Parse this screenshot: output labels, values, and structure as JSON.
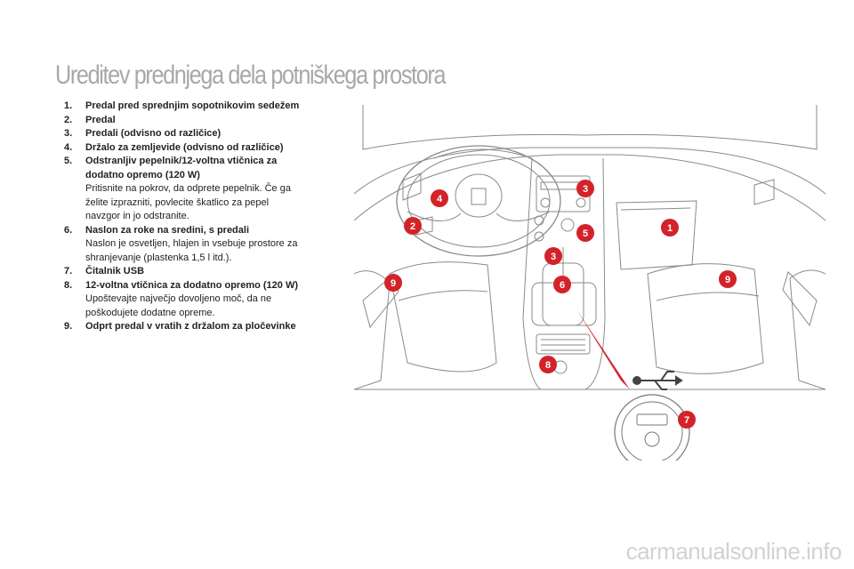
{
  "page": {
    "title": "Ureditev prednjega dela potniškega prostora",
    "watermark": "carmanualsonline.info"
  },
  "items": [
    {
      "num": "1.",
      "title": "Predal pred sprednjim sopotnikovim sedežem",
      "desc": ""
    },
    {
      "num": "2.",
      "title": "Predal",
      "desc": ""
    },
    {
      "num": "3.",
      "title": "Predali (odvisno od različice)",
      "desc": ""
    },
    {
      "num": "4.",
      "title": "Držalo za zemljevide (odvisno od različice)",
      "desc": ""
    },
    {
      "num": "5.",
      "title": "Odstranljiv pepelnik/12-voltna vtičnica za dodatno opremo (120 W)",
      "desc": "Pritisnite na pokrov, da odprete pepelnik. Če ga želite izprazniti, povlecite škatlico za pepel navzgor in jo odstranite."
    },
    {
      "num": "6.",
      "title": "Naslon za roke na sredini, s predali",
      "desc": "Naslon je osvetljen, hlajen in vsebuje prostore za shranjevanje (plastenka 1,5 l itd.)."
    },
    {
      "num": "7.",
      "title": "Čitalnik USB",
      "desc": ""
    },
    {
      "num": "8.",
      "title": "12-voltna vtičnica za dodatno opremo (120 W)",
      "desc": "Upoštevajte največjo dovoljeno moč, da ne poškodujete dodatne opreme."
    },
    {
      "num": "9.",
      "title": "Odprt predal v vratih z držalom za pločevinke",
      "desc": ""
    }
  ],
  "illustration": {
    "callouts": [
      "1",
      "2",
      "3",
      "3",
      "4",
      "5",
      "6",
      "7",
      "8",
      "9",
      "9"
    ],
    "accent_color": "#d2232a",
    "icons": [
      "usb-icon"
    ]
  }
}
